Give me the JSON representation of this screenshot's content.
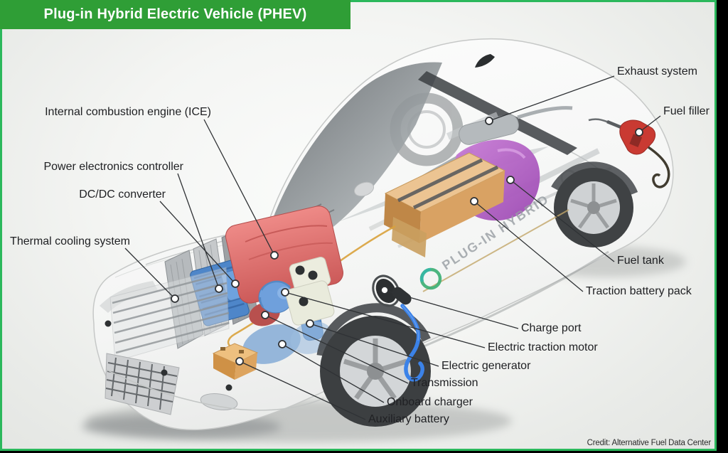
{
  "header": {
    "title": "Plug-in Hybrid Electric Vehicle (PHEV)"
  },
  "footer": {
    "credit": "Credit: Alternative Fuel Data Center"
  },
  "vehicle_badge": "PLUG-IN HYBRID",
  "colors": {
    "header_green": "#2f9e36",
    "border_green": "#2bb85c",
    "background_gray": "#ecedeb",
    "engine_red": "#e4706e",
    "power_electronics_blue": "#4e86c9",
    "motor_blue": "#6fa0dc",
    "traction_battery_tan": "#d9a263",
    "fuel_tank_purple": "#b561c4",
    "aux_battery_orange": "#dda45f",
    "charge_cable_blue": "#3b82e8",
    "fuel_nozzle_red": "#c93a32",
    "label_text": "#202124"
  },
  "labels": {
    "ice": "Internal combustion engine (ICE)",
    "power_electronics": "Power electronics controller",
    "dcdc": "DC/DC converter",
    "thermal": "Thermal cooling system",
    "exhaust": "Exhaust system",
    "fuel_filler": "Fuel filler",
    "fuel_tank": "Fuel tank",
    "traction_battery": "Traction battery pack",
    "charge_port": "Charge port",
    "traction_motor": "Electric traction motor",
    "generator": "Electric generator",
    "transmission": "Transmission",
    "onboard_charger": "Onboard charger",
    "aux_battery": "Auxiliary battery"
  }
}
